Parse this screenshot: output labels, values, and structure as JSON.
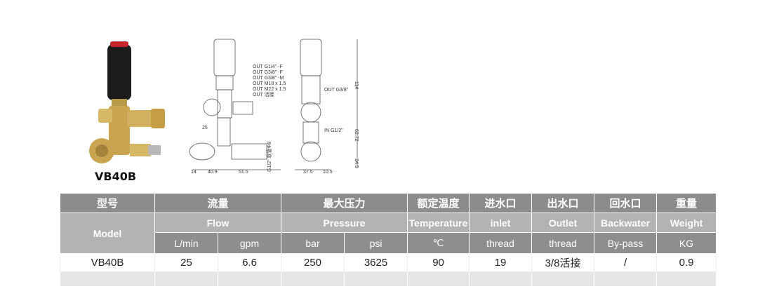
{
  "product": {
    "label": "VB40B"
  },
  "drawing": {
    "front_outlets": [
      "OUT G1/4\" -F",
      "OUT G3/8\" -F",
      "OUT G3/8\" -M",
      "OUT M18 x 1.5",
      "OUT M22 x 1.5",
      "OUT 活接"
    ],
    "front_dims": {
      "offset": "25",
      "d1": "14",
      "d2": "40.9",
      "d3": "51.5",
      "hose": "G1/2\" 软管Φ8"
    },
    "side_labels": {
      "out": "OUT G3/8\"",
      "in": "IN G1/2\""
    },
    "side_dims": {
      "height": "114",
      "mid": "62.72",
      "low": "14.5",
      "w1": "37.5",
      "w2": "10.5"
    }
  },
  "table": {
    "row_cn": [
      "型号",
      "流量",
      "最大压力",
      "额定温度",
      "进水口",
      "出水口",
      "回水口",
      "重量"
    ],
    "row_en": [
      "Model",
      "Flow",
      "Pressure",
      "Temperature",
      "inlet",
      "Outlet",
      "Backwater",
      "Weight"
    ],
    "units": [
      "L/min",
      "gpm",
      "bar",
      "psi",
      "℃",
      "thread",
      "thread",
      "By-pass",
      "KG"
    ],
    "data": [
      "VB40B",
      "25",
      "6.6",
      "250",
      "3625",
      "90",
      "19",
      "3/8活接",
      "/",
      "0.9"
    ]
  }
}
